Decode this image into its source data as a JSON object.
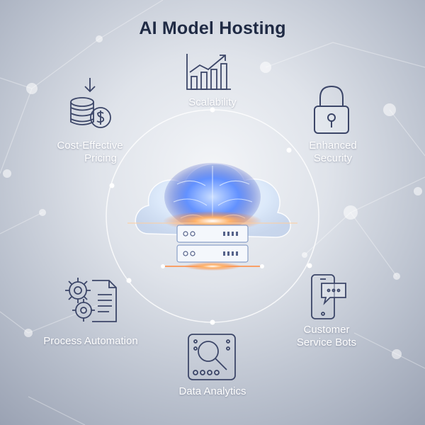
{
  "title": "AI Model Hosting",
  "features": {
    "scalability": "Scalability",
    "cost_line1": "Cost-Effective",
    "cost_line2": "Pricing",
    "security_line1": "Enhanced",
    "security_line2": "Security",
    "automation": "Process Automation",
    "analytics": "Data Analytics",
    "bots_line1": "Customer",
    "bots_line2": "Service Bots"
  },
  "colors": {
    "title": "#1f2a44",
    "icon_stroke": "#3c4668",
    "glow": "#ff8a3d",
    "brain": "#7aa8ff"
  },
  "icons": {
    "center": "cloud-brain-server-icon",
    "scalability": "rising-bar-chart-icon",
    "cost": "coin-stack-icon",
    "security": "padlock-icon",
    "automation": "gears-document-icon",
    "analytics": "magnifier-grid-icon",
    "bots": "smartphone-chat-icon"
  }
}
